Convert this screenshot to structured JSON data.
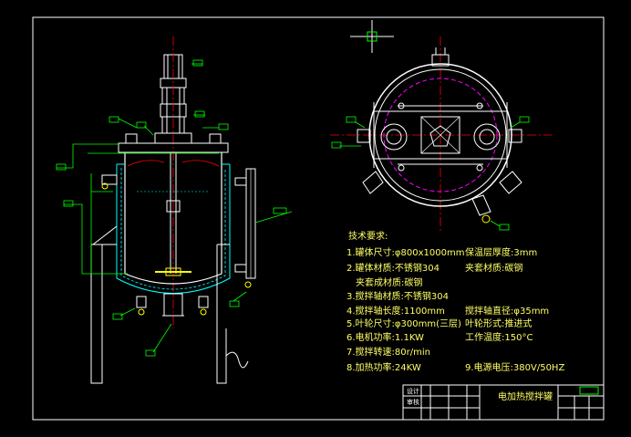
{
  "colors": {
    "background": "#000000",
    "frame": "#ffffff",
    "vessel": "#ffffff",
    "jacket": "#00ffff",
    "dashed_inner": "#ff00ff",
    "centerline": "#ff0000",
    "leader": "#00ff00",
    "agitator": "#ffff00",
    "text": "#ffff66"
  },
  "specs": {
    "heading": "技术要求:",
    "left": [
      "1.罐体尺寸:φ800x1000mm",
      "2.罐体材质:不锈钢304",
      "夹套成材质:碳钢",
      "3.搅拌轴材质:不锈钢304",
      "4.搅拌轴长度:1100mm",
      "5.叶轮尺寸:φ300mm(三层)",
      "6.电机功率:1.1KW",
      "7.搅拌转速:80r/min",
      "8.加热功率:24KW"
    ],
    "right": [
      "保温层厚度:3mm",
      "夹套材质:碳钢",
      "搅拌轴直径:φ35mm",
      "叶轮形式:推进式",
      "工作温度:150°C",
      "9.电源电压:380V/50HZ"
    ]
  },
  "title_block": {
    "title": "电加热搅拌罐",
    "row_labels": [
      "设计",
      "审核"
    ]
  }
}
